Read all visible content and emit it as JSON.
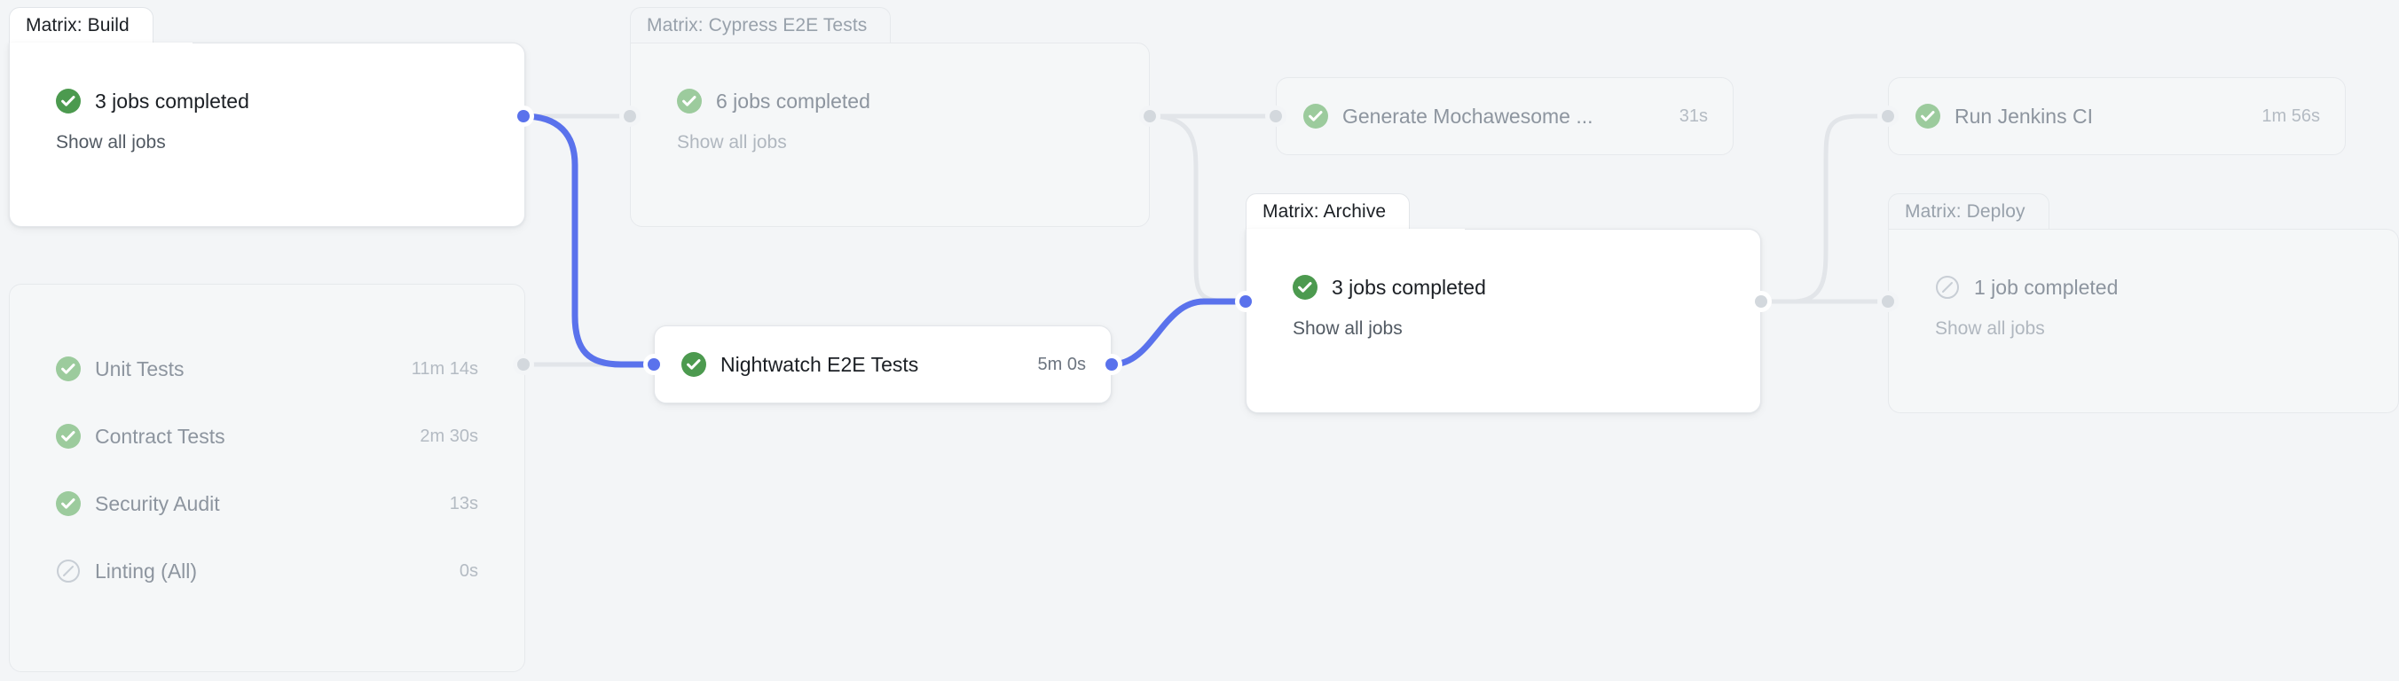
{
  "theme": {
    "background": "#f3f5f7",
    "accent_blue": "#5a72ec",
    "success_green": "#4c9a4f",
    "edge_grey": "#e2e5e9",
    "card_active_bg": "#ffffff",
    "card_muted_bg": "#f5f7f8"
  },
  "graph": {
    "type": "pipeline-dag",
    "title": "CI workflow run graph"
  },
  "nodes": {
    "matrix_build": {
      "tab_label": "Matrix: Build",
      "status_text": "3 jobs completed",
      "show_all_label": "Show all jobs",
      "status_icon": "check-circle-icon",
      "state": "active"
    },
    "build_jobs": {
      "state": "muted",
      "jobs": [
        {
          "name": "Unit Tests",
          "duration": "11m 14s",
          "status_icon": "check-circle-icon"
        },
        {
          "name": "Contract Tests",
          "duration": "2m 30s",
          "status_icon": "check-circle-icon"
        },
        {
          "name": "Security Audit",
          "duration": "13s",
          "status_icon": "check-circle-icon"
        },
        {
          "name": "Linting (All)",
          "duration": "0s",
          "status_icon": "skipped-circle-icon"
        }
      ]
    },
    "matrix_cypress": {
      "tab_label": "Matrix: Cypress E2E Tests",
      "status_text": "6 jobs completed",
      "show_all_label": "Show all jobs",
      "status_icon": "check-circle-icon",
      "state": "muted"
    },
    "nightwatch": {
      "label": "Nightwatch E2E Tests",
      "duration": "5m 0s",
      "status_icon": "check-circle-icon",
      "state": "active"
    },
    "mochawesome": {
      "label": "Generate Mochawesome ...",
      "duration": "31s",
      "status_icon": "check-circle-icon",
      "state": "muted"
    },
    "matrix_archive": {
      "tab_label": "Matrix: Archive",
      "status_text": "3 jobs completed",
      "show_all_label": "Show all jobs",
      "status_icon": "check-circle-icon",
      "state": "active"
    },
    "jenkins": {
      "label": "Run Jenkins CI",
      "duration": "1m 56s",
      "status_icon": "check-circle-icon",
      "state": "muted"
    },
    "matrix_deploy": {
      "tab_label": "Matrix: Deploy",
      "status_text": "1 job completed",
      "show_all_label": "Show all jobs",
      "status_icon": "skipped-circle-icon",
      "state": "muted"
    }
  },
  "edges": [
    {
      "from": "matrix_build",
      "to": "matrix_cypress",
      "highlighted": false
    },
    {
      "from": "matrix_build",
      "to": "nightwatch",
      "highlighted": true
    },
    {
      "from": "build_jobs",
      "to": "nightwatch",
      "highlighted": false
    },
    {
      "from": "matrix_cypress",
      "to": "mochawesome",
      "highlighted": false
    },
    {
      "from": "matrix_cypress",
      "to": "matrix_archive",
      "highlighted": false
    },
    {
      "from": "nightwatch",
      "to": "matrix_archive",
      "highlighted": true
    },
    {
      "from": "matrix_archive",
      "to": "jenkins",
      "highlighted": false
    },
    {
      "from": "matrix_archive",
      "to": "matrix_deploy",
      "highlighted": false
    }
  ]
}
